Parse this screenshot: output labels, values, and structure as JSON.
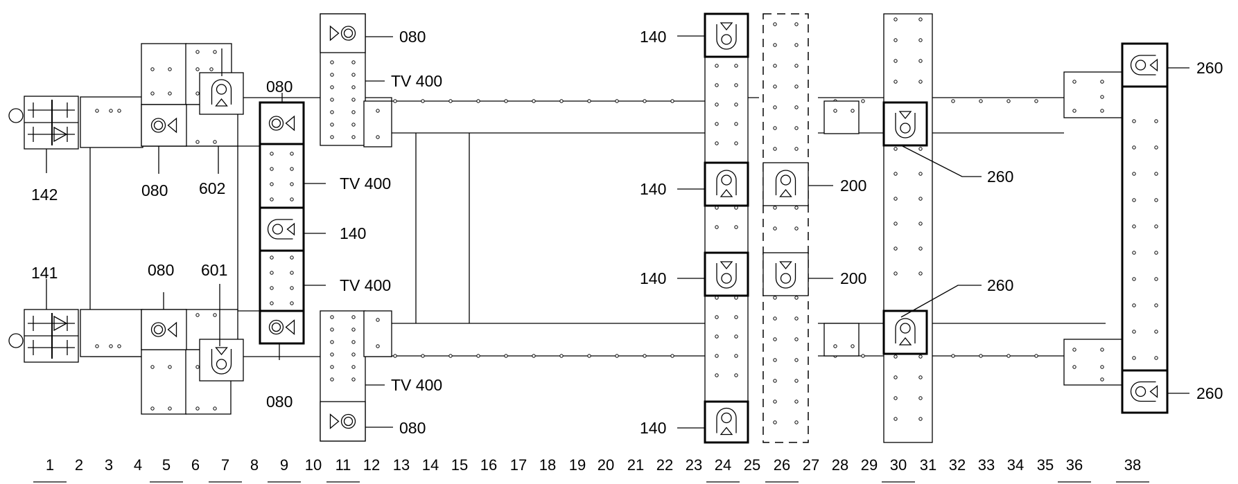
{
  "callouts": {
    "c080_tl": "080",
    "c080_top": "080",
    "c080_sq5": "080",
    "c602": "602",
    "c142": "142",
    "c141": "141",
    "c080_ls5": "080",
    "c601": "601",
    "c080_c9b": "080",
    "c080_c11b": "080",
    "tv400_11t": "TV 400",
    "tv400_9a": "TV 400",
    "c140_9": "140",
    "tv400_9b": "TV 400",
    "tv400_11b": "TV 400",
    "c140_a": "140",
    "c140_b": "140",
    "c140_c": "140",
    "c140_d": "140",
    "c200_a": "200",
    "c200_b": "200",
    "c260_tr": "260",
    "c260_30a": "260",
    "c260_30b": "260",
    "c260_br": "260"
  },
  "scale": [
    "1",
    "2",
    "3",
    "4",
    "5",
    "6",
    "7",
    "8",
    "9",
    "10",
    "11",
    "12",
    "13",
    "14",
    "15",
    "16",
    "17",
    "18",
    "19",
    "20",
    "21",
    "22",
    "23",
    "24",
    "25",
    "26",
    "27",
    "28",
    "29",
    "30",
    "31",
    "32",
    "33",
    "34",
    "35",
    "36",
    "38"
  ],
  "scale_underlined": [
    "1",
    "5",
    "7",
    "9",
    "11",
    "24",
    "26",
    "30",
    "36",
    "38"
  ]
}
